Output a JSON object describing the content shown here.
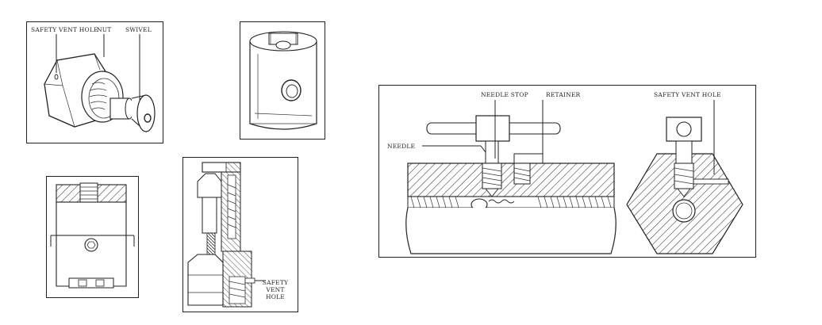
{
  "panels": {
    "fitting": {
      "labels": {
        "safety_vent_hole": "SAFETY VENT HOLE",
        "nut": "NUT",
        "swivel": "SWIVEL"
      }
    },
    "valve_section": {
      "labels": {
        "safety_vent_hole": "SAFETY VENT HOLE",
        "needle_stop": "NEEDLE STOP",
        "retainer": "RETAINER",
        "needle": "NEEDLE"
      }
    },
    "assembly_section": {
      "labels": {
        "line1": "SAFETY",
        "line2": "VENT",
        "line3": "HOLE"
      }
    }
  },
  "colors": {
    "line": "#222222",
    "background": "#ffffff"
  }
}
